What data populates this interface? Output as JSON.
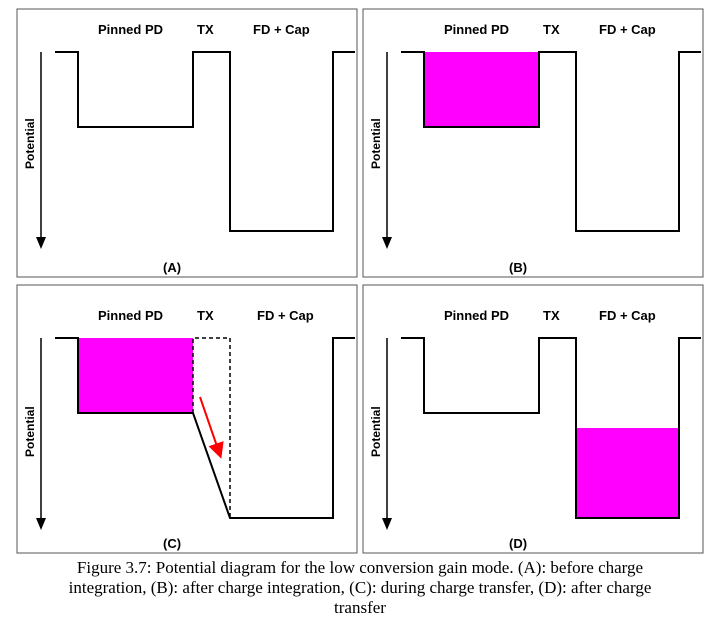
{
  "panels": [
    {
      "id": "A",
      "label": "(A)",
      "pd_label": "Pinned PD",
      "tx_label": "TX",
      "fd_label": "FD + Cap",
      "axis_label": "Potential",
      "charge": "none"
    },
    {
      "id": "B",
      "label": "(B)",
      "pd_label": "Pinned PD",
      "tx_label": "TX",
      "fd_label": "FD + Cap",
      "axis_label": "Potential",
      "charge": "photodiode"
    },
    {
      "id": "C",
      "label": "(C)",
      "pd_label": "Pinned PD",
      "tx_label": "TX",
      "fd_label": "FD + Cap",
      "axis_label": "Potential",
      "charge": "transferring"
    },
    {
      "id": "D",
      "label": "(D)",
      "pd_label": "Pinned PD",
      "tx_label": "TX",
      "fd_label": "FD + Cap",
      "axis_label": "Potential",
      "charge": "floating-diffusion"
    }
  ],
  "colors": {
    "charge": "#ff00ff",
    "arrow": "#ff0000",
    "line": "#000000",
    "border": "#555555"
  },
  "caption": {
    "line1": "Figure 3.7: Potential diagram for the low conversion gain mode. (A): before charge",
    "line2": "integration, (B): after charge integration, (C): during charge transfer, (D): after charge",
    "line3": "transfer"
  }
}
